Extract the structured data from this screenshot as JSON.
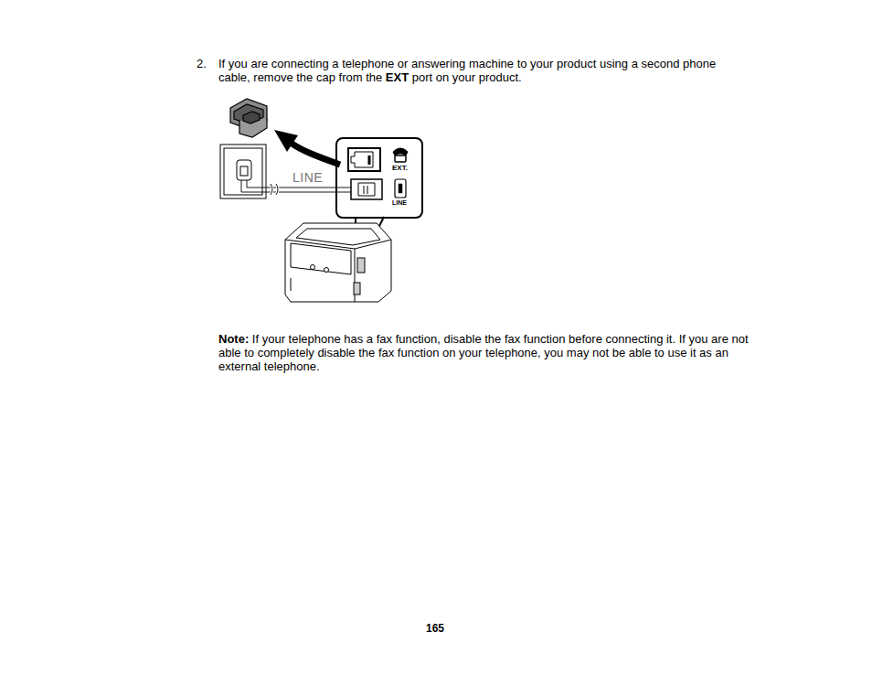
{
  "diagram": {
    "nodes": [
      {
        "text": [
          "EXT.",
          "LINE"
        ]
      }
    ],
    "labels": [
      "2.",
      "If you are connecting a telephone or answering machine to your product using a second phone cable, remove the cap from the",
      "EXT",
      "port on your product.",
      "LINE",
      "Note:",
      "If your telephone has a fax function, disable the fax function before connecting it. If you are not able to completely disable the fax function on your telephone, you may not be able to use it as an external telephone.",
      "165"
    ]
  }
}
